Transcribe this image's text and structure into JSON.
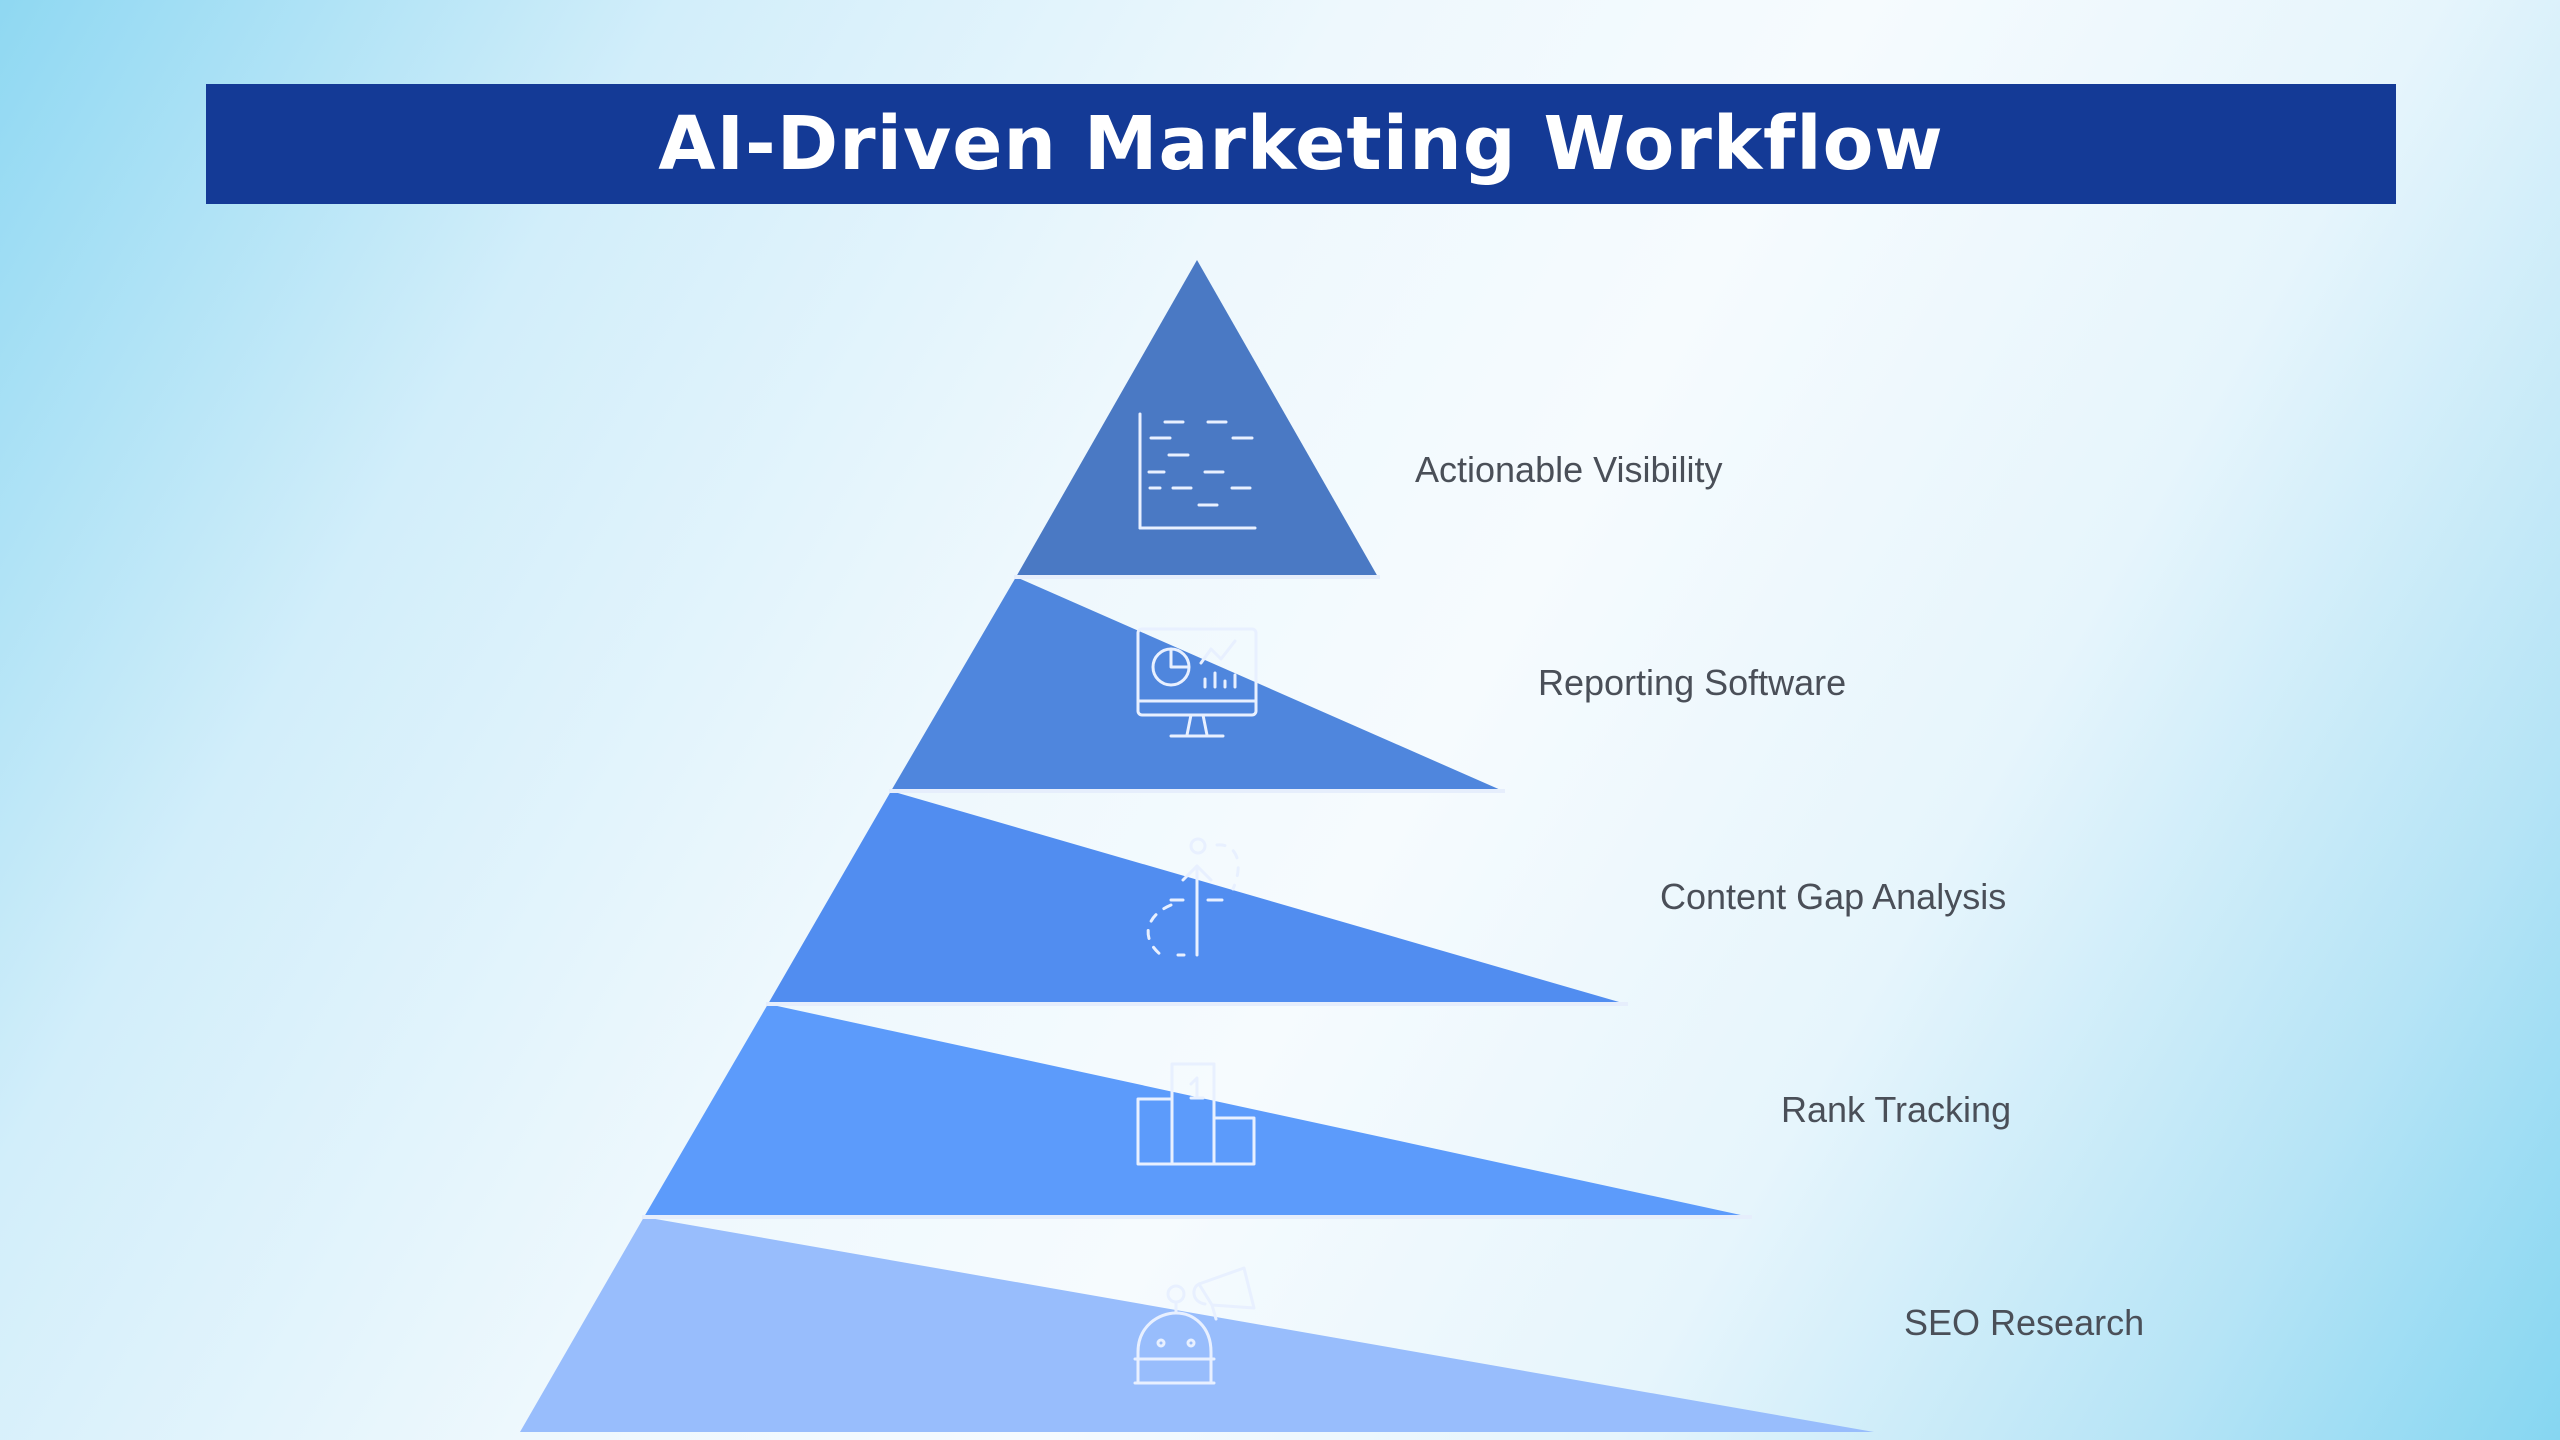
{
  "title": "AI-Driven Marketing Workflow",
  "colors": {
    "banner": "#143a96",
    "title_text": "#ffffff",
    "label_text": "#4a4f58",
    "icon_stroke": "#e8f0ff",
    "divider": "#e6eefc"
  },
  "levels": [
    {
      "label": "Actionable Visibility",
      "icon": "chart-lines-icon",
      "color": "#4a79c4"
    },
    {
      "label": "Reporting Software",
      "icon": "monitor-dashboard-icon",
      "color": "#4f86dd"
    },
    {
      "label": "Content Gap Analysis",
      "icon": "growth-path-icon",
      "color": "#518df0"
    },
    {
      "label": "Rank Tracking",
      "icon": "podium-icon",
      "color": "#5c9bfb"
    },
    {
      "label": "SEO Research",
      "icon": "robot-megaphone-icon",
      "color": "#98bdfc"
    }
  ]
}
